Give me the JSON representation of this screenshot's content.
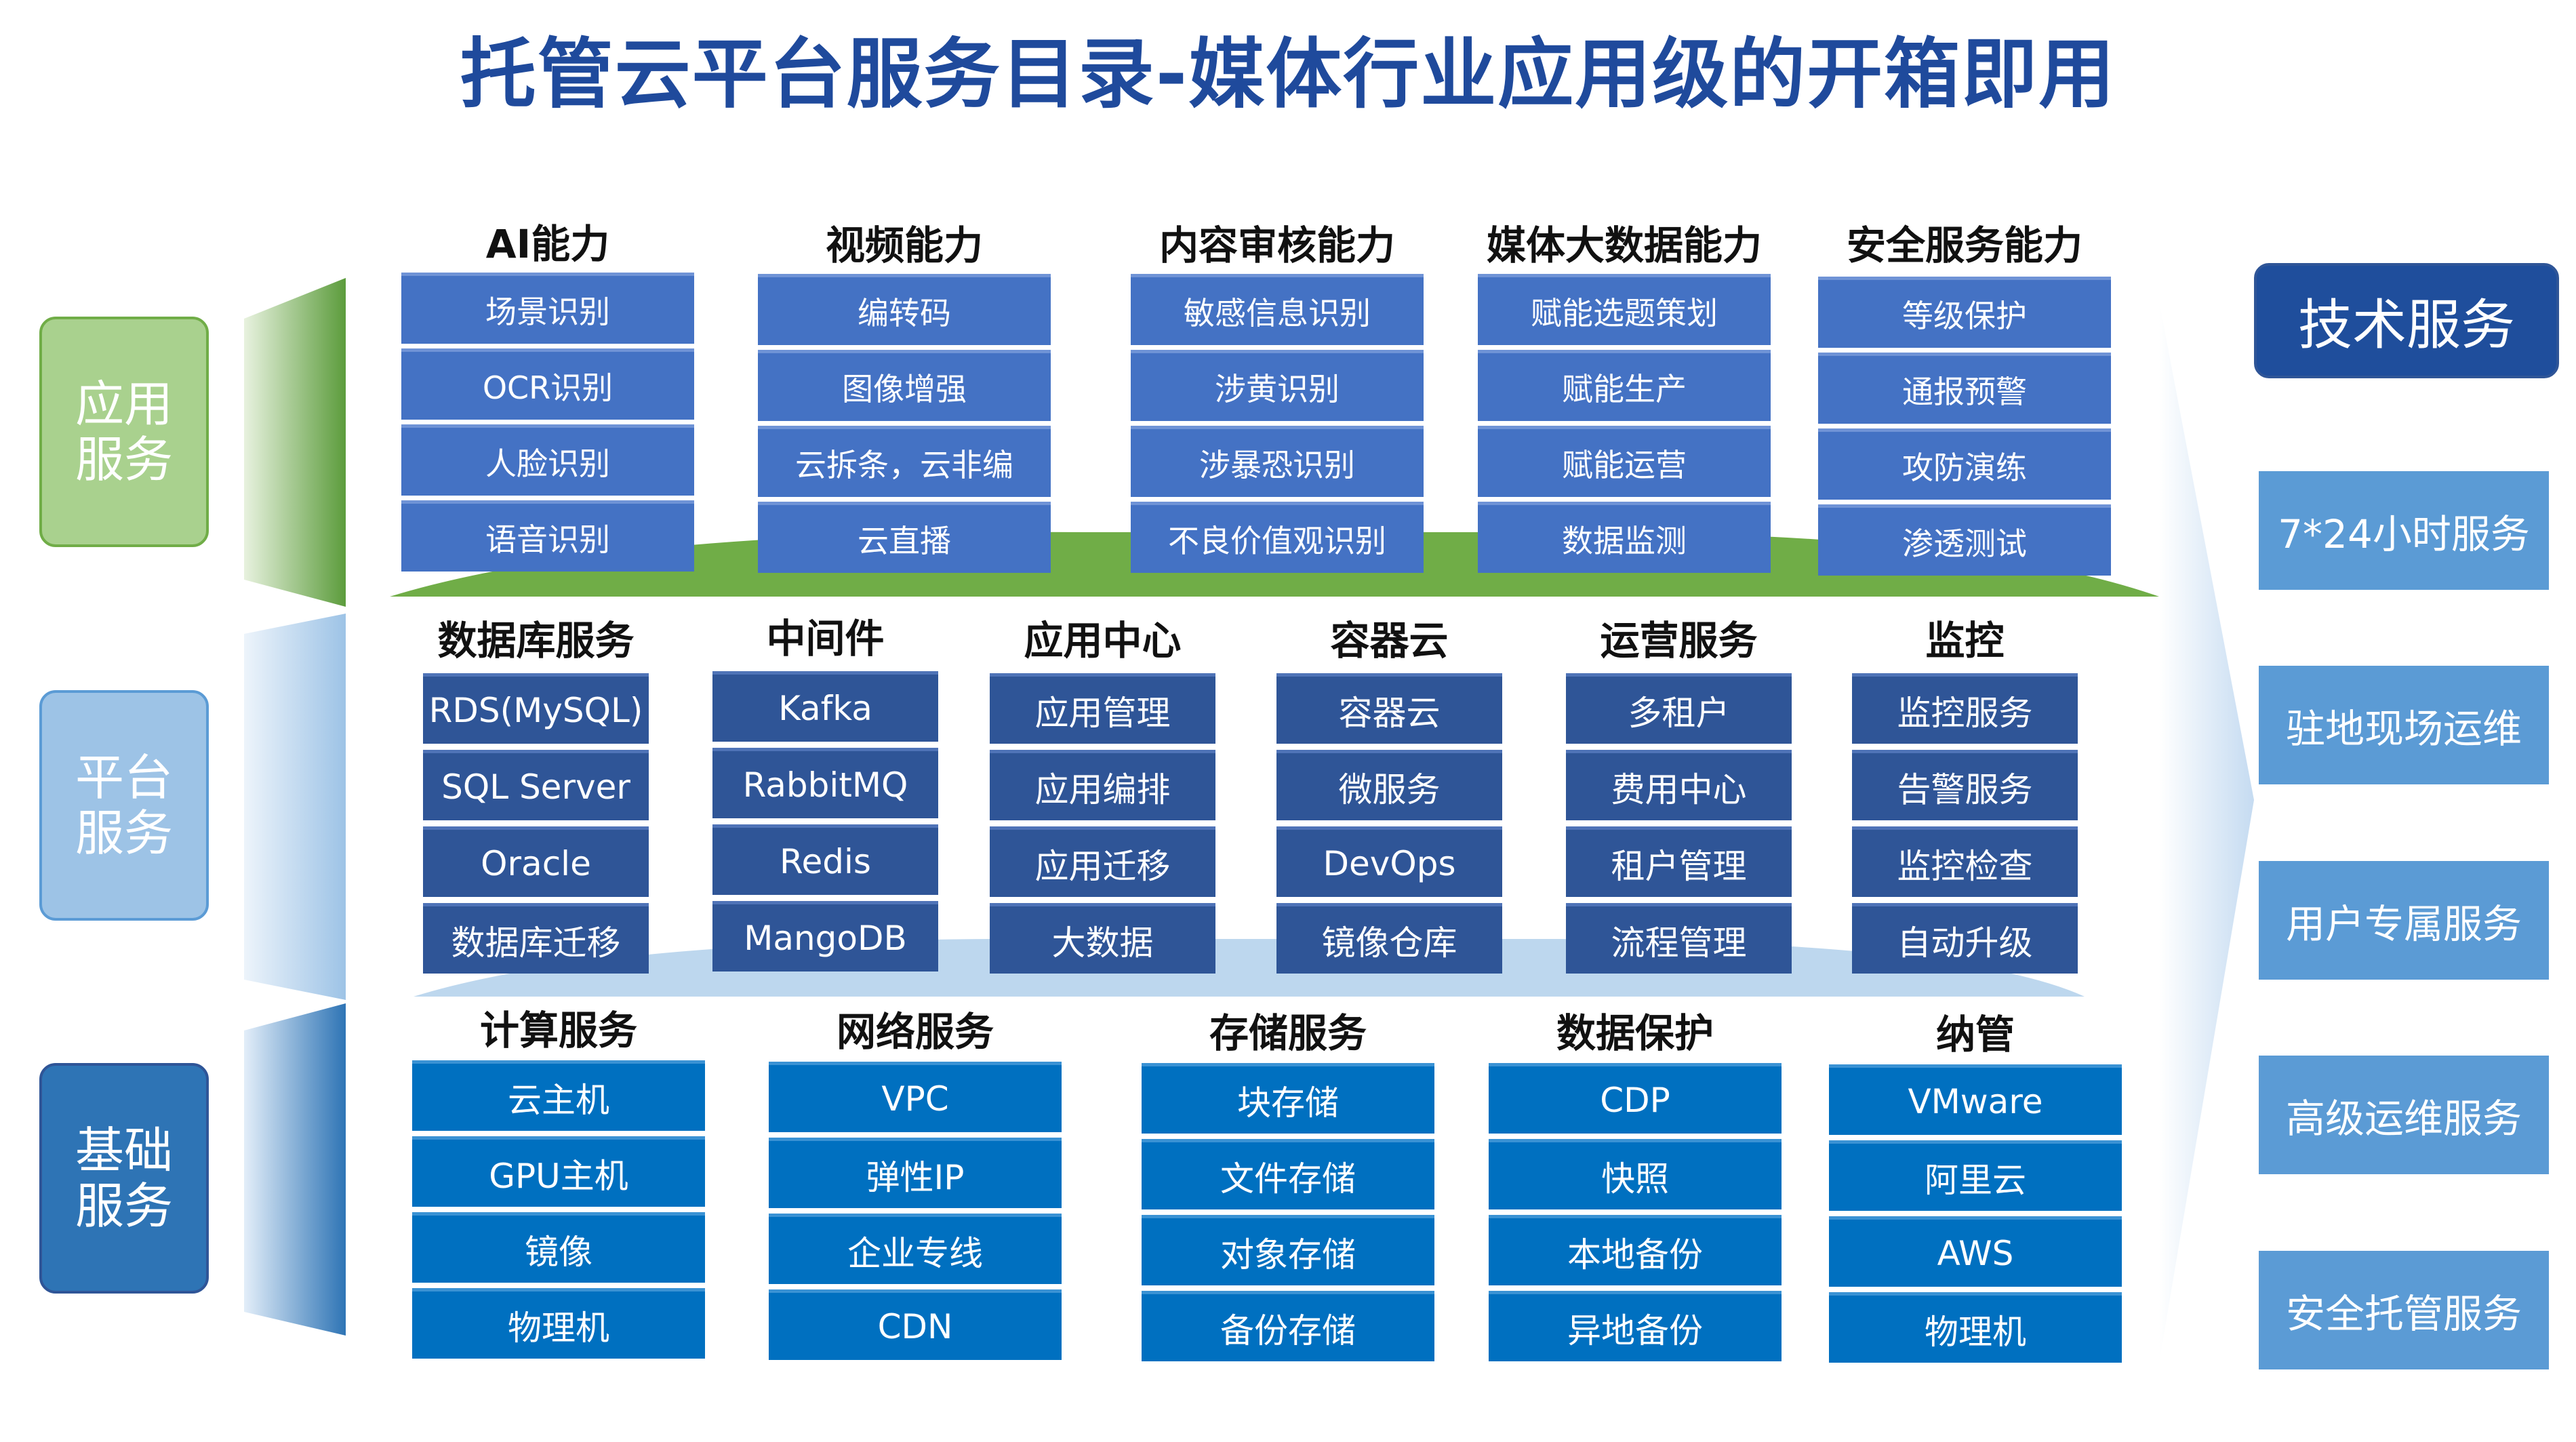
{
  "title": "托管云平台服务目录-媒体行业应用级的开箱即用",
  "layers": {
    "app": "应用\n服务",
    "platform": "平台\n服务",
    "base": "基础\n服务"
  },
  "app_columns": [
    {
      "name": "AI能力",
      "items": [
        "场景识别",
        "OCR识别",
        "人脸识别",
        "语音识别"
      ]
    },
    {
      "name": "视频能力",
      "items": [
        "编转码",
        "图像增强",
        "云拆条，云非编",
        "云直播"
      ]
    },
    {
      "name": "内容审核能力",
      "items": [
        "敏感信息识别",
        "涉黄识别",
        "涉暴恐识别",
        "不良价值观识别"
      ]
    },
    {
      "name": "媒体大数据能力",
      "items": [
        "赋能选题策划",
        "赋能生产",
        "赋能运营",
        "数据监测"
      ]
    },
    {
      "name": "安全服务能力",
      "items": [
        "等级保护",
        "通报预警",
        "攻防演练",
        "渗透测试"
      ]
    }
  ],
  "platform_columns": [
    {
      "name": "数据库服务",
      "items": [
        "RDS(MySQL)",
        "SQL Server",
        "Oracle",
        "数据库迁移"
      ]
    },
    {
      "name": "中间件",
      "items": [
        "Kafka",
        "RabbitMQ",
        "Redis",
        "MangoDB"
      ]
    },
    {
      "name": "应用中心",
      "items": [
        "应用管理",
        "应用编排",
        "应用迁移",
        "大数据"
      ]
    },
    {
      "name": "容器云",
      "items": [
        "容器云",
        "微服务",
        "DevOps",
        "镜像仓库"
      ]
    },
    {
      "name": "运营服务",
      "items": [
        "多租户",
        "费用中心",
        "租户管理",
        "流程管理"
      ]
    },
    {
      "name": "监控",
      "items": [
        "监控服务",
        "告警服务",
        "监控检查",
        "自动升级"
      ]
    }
  ],
  "base_columns": [
    {
      "name": "计算服务",
      "items": [
        "云主机",
        "GPU主机",
        "镜像",
        "物理机"
      ]
    },
    {
      "name": "网络服务",
      "items": [
        "VPC",
        "弹性IP",
        "企业专线",
        "CDN"
      ]
    },
    {
      "name": "存储服务",
      "items": [
        "块存储",
        "文件存储",
        "对象存储",
        "备份存储"
      ]
    },
    {
      "name": "数据保护",
      "items": [
        "CDP",
        "快照",
        "本地备份",
        "异地备份"
      ]
    },
    {
      "name": "纳管",
      "items": [
        "VMware",
        "阿里云",
        "AWS",
        "物理机"
      ]
    }
  ],
  "tech_service": {
    "title": "技术服务",
    "items": [
      "7*24小时服务",
      "驻地现场运维",
      "用户专属服务",
      "高级运维服务",
      "安全托管服务"
    ]
  },
  "colors": {
    "title": "#1f4a9c",
    "app_cell": "#4472c4",
    "platform_cell": "#2f5597",
    "base_cell": "#0070c0",
    "app_layer": "#a9d18e",
    "platform_layer": "#9dc3e6",
    "base_layer": "#2e74b5",
    "tech_head": "#1f4e9c",
    "tech_item": "#5b9bd5"
  }
}
